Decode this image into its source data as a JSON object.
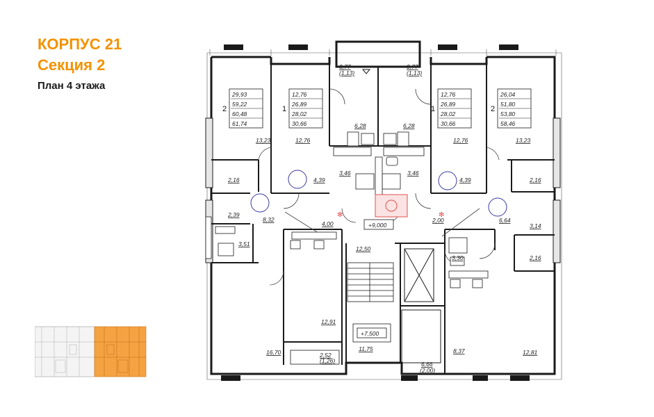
{
  "header": {
    "building": "КОРПУС 21",
    "section": "Секция 2",
    "floor_plan": "План 4 этажа"
  },
  "colors": {
    "accent": "#f39200",
    "wall": "#1a1a1a",
    "fixture_red": "#e05050",
    "minimap_highlight": "#f5a243"
  },
  "apartments": [
    {
      "rooms": "2",
      "areas": [
        "29,93",
        "59,22",
        "60,48",
        "61,74"
      ]
    },
    {
      "rooms": "1",
      "areas": [
        "12,76",
        "26,89",
        "28,02",
        "30,66"
      ]
    },
    {
      "rooms": "1",
      "areas": [
        "12,76",
        "26,89",
        "28,02",
        "30,66"
      ]
    },
    {
      "rooms": "2",
      "areas": [
        "26,04",
        "51,80",
        "53,80",
        "58,46"
      ]
    }
  ],
  "room_labels": [
    "3,77",
    "(1,13)",
    "3,77",
    "(1,13)",
    "6,28",
    "6,28",
    "13,23",
    "12,76",
    "12,76",
    "13,23",
    "3,46",
    "3,46",
    "2,16",
    "4,39",
    "4,39",
    "2,16",
    "2,39",
    "8,32",
    "4,00",
    "2,00",
    "6,64",
    "3,14",
    "3,51",
    "12,50",
    "3,30",
    "2,16",
    "12,91",
    "11,75",
    "2,52",
    "(1,26)",
    "16,70",
    "8,37",
    "12,81",
    "6,66",
    "(2,00)"
  ],
  "level_marks": [
    "+9,000",
    "+7,500"
  ]
}
